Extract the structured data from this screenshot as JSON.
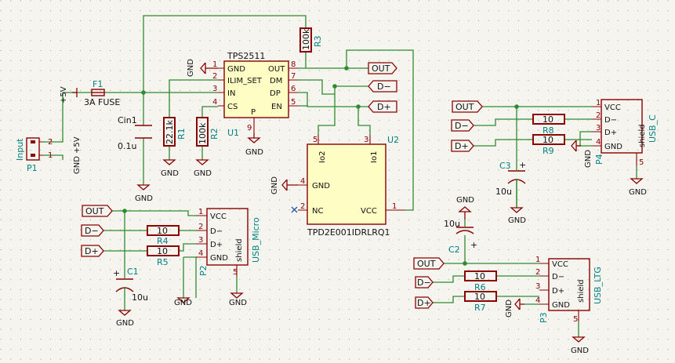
{
  "labels": {
    "out": "OUT",
    "dminus": "D−",
    "dplus": "D+",
    "gnd": "GND",
    "pwr": "+5V"
  },
  "u1": {
    "ref": "U1",
    "value": "TPS2511",
    "pins": {
      "gnd": "GND",
      "ilim": "ILIM_SET",
      "in": "IN",
      "cs": "CS",
      "out": "OUT",
      "dm": "DM",
      "dp": "DP",
      "en": "EN",
      "p": "P"
    },
    "nums": {
      "p1": "1",
      "p2": "2",
      "p3": "3",
      "p4": "4",
      "p5": "5",
      "p6": "6",
      "p7": "7",
      "p8": "8",
      "p9": "9"
    }
  },
  "u2": {
    "ref": "U2",
    "value": "TPD2E001IDRLRQ1",
    "pins": {
      "io2": "Io2",
      "io1": "Io1",
      "gnd": "GND",
      "nc": "NC",
      "vcc": "VCC"
    },
    "nums": {
      "p1": "1",
      "p2": "2",
      "p3": "3",
      "p4": "4",
      "p5": "5"
    }
  },
  "p1": {
    "ref": "P1",
    "value": "Input",
    "n1": "1",
    "n2": "2",
    "l1": "GND",
    "l2": "+5V"
  },
  "f1": {
    "ref": "F1",
    "value": "3A FUSE"
  },
  "cin": {
    "ref": "Cin1",
    "value": "0.1u"
  },
  "r1": {
    "ref": "R1",
    "value": "22.1k"
  },
  "r2": {
    "ref": "R2",
    "value": "100k"
  },
  "r3": {
    "ref": "R3",
    "value": "100k"
  },
  "conn_pins": {
    "vcc": "VCC",
    "dm": "D−",
    "dp": "D+",
    "gnd": "GND",
    "shield": "shield",
    "n1": "1",
    "n2": "2",
    "n3": "3",
    "n4": "4",
    "n5": "5"
  },
  "p2": {
    "ref": "P2",
    "value": "USB_Micro"
  },
  "p3": {
    "ref": "P3",
    "value": "USB_LTG"
  },
  "p4": {
    "ref": "P4",
    "value": "USB_C"
  },
  "c1": {
    "ref": "C1",
    "value": "10u"
  },
  "c2": {
    "ref": "C2",
    "value": "10u"
  },
  "c3": {
    "ref": "C3",
    "value": "10u"
  },
  "r4": {
    "ref": "R4",
    "value": "10"
  },
  "r5": {
    "ref": "R5",
    "value": "10"
  },
  "r6": {
    "ref": "R6",
    "value": "10"
  },
  "r7": {
    "ref": "R7",
    "value": "10"
  },
  "r8": {
    "ref": "R8",
    "value": "10"
  },
  "r9": {
    "ref": "R9",
    "value": "10"
  },
  "colors": {
    "wire": "#2e8b2e",
    "component": "#8b0000",
    "ic_fill": "#fdfdc4",
    "ref_text": "#008080",
    "background": "#f5f4ef"
  }
}
